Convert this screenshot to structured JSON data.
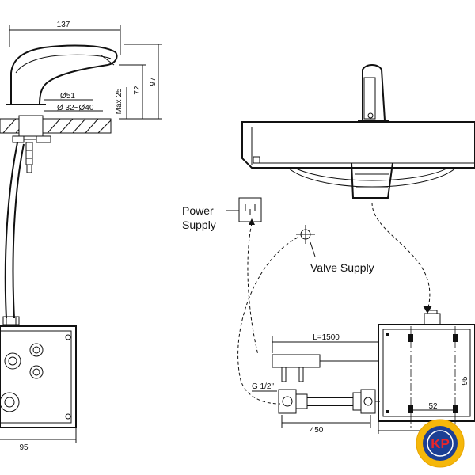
{
  "dimensions": {
    "spout_length": "137",
    "total_height": "97",
    "spout_height": "72",
    "max_deck_thickness": "Max 25",
    "base_diameter": "Ø51",
    "hole_diameter": "Ø 32~Ø40",
    "box_width": "95",
    "cable_length": "L=1500",
    "thread": "G 1/2\"",
    "hose_length": "450",
    "box_height": "95",
    "mount_spacing": "52"
  },
  "labels": {
    "power_line1": "Power",
    "power_line2": "Supply",
    "valve_supply": "Valve Supply"
  },
  "badge": {
    "text": "KP",
    "colors": {
      "outer": "#f5b70a",
      "inner": "#1c3f94",
      "text": "#e8262a"
    }
  }
}
